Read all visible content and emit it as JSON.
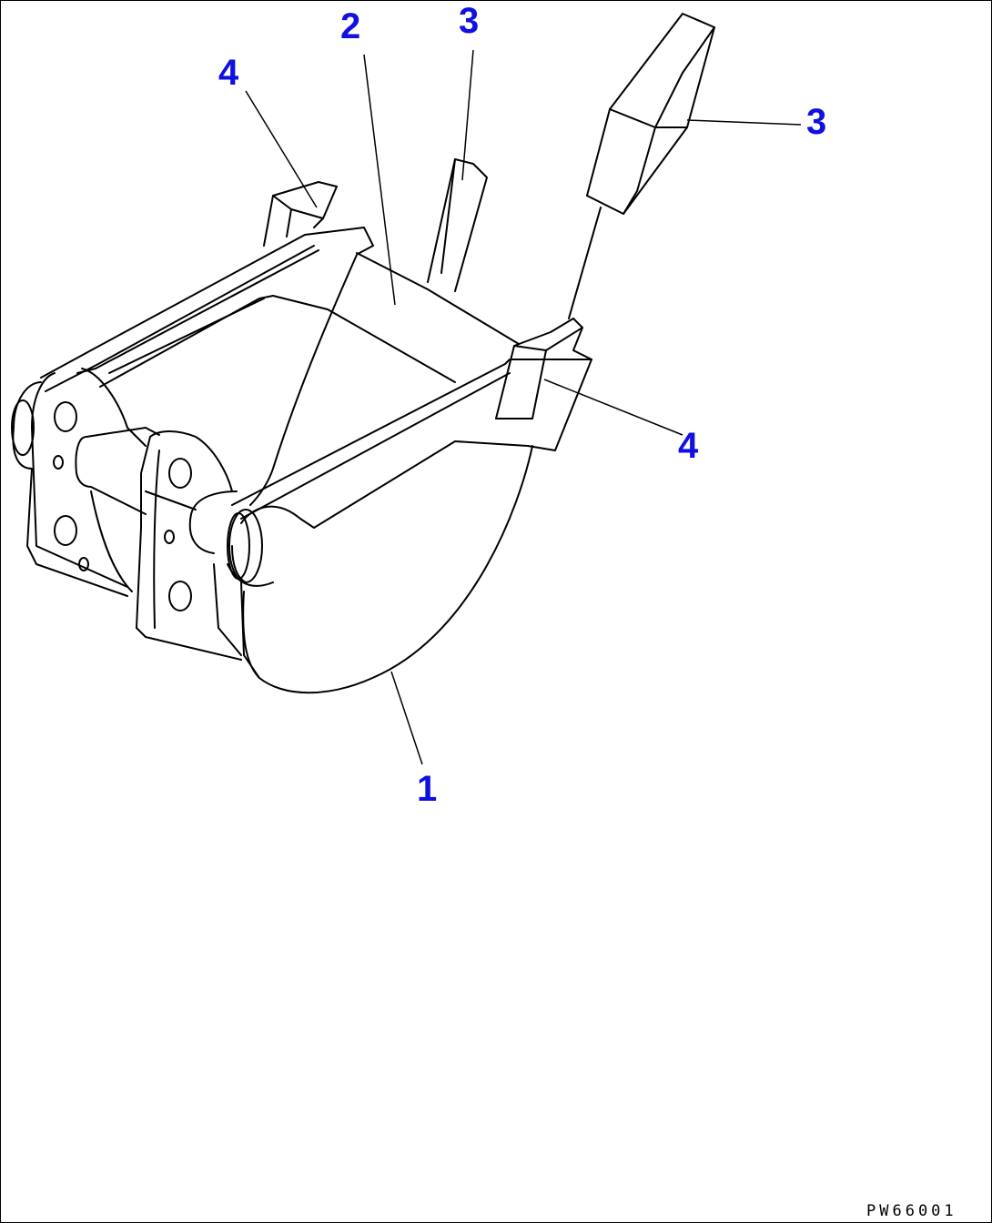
{
  "colors": {
    "callout": "#1010e0",
    "line": "#000000",
    "background": "#ffffff"
  },
  "callouts": [
    {
      "id": "c1",
      "label": "1"
    },
    {
      "id": "c2",
      "label": "2"
    },
    {
      "id": "c3a",
      "label": "3"
    },
    {
      "id": "c3b",
      "label": "3"
    },
    {
      "id": "c4a",
      "label": "4"
    },
    {
      "id": "c4b",
      "label": "4"
    }
  ],
  "drawing_code": "PW66001"
}
